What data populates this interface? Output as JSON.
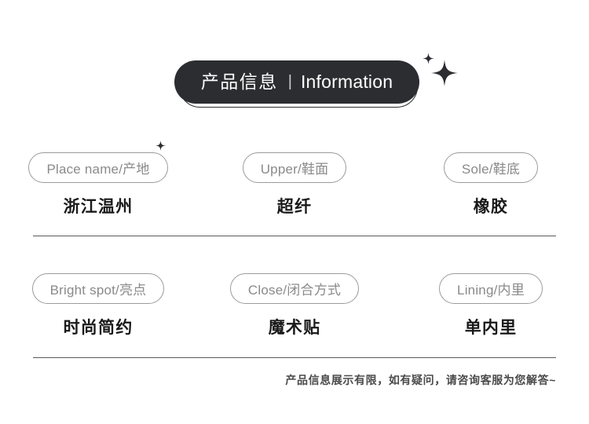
{
  "header": {
    "title_cn": "产品信息",
    "separator": "|",
    "title_en": "Information",
    "pill_color": "#2c2d31",
    "text_color": "#ffffff"
  },
  "decorations": [
    {
      "name": "sparkle-small-left",
      "size": 13
    },
    {
      "name": "sparkle-small-top-right",
      "size": 15
    },
    {
      "name": "sparkle-large-right",
      "size": 34
    }
  ],
  "specs": [
    {
      "label": "Place name/产地",
      "value": "浙江温州"
    },
    {
      "label": "Upper/鞋面",
      "value": "超纤"
    },
    {
      "label": "Sole/鞋底",
      "value": "橡胶"
    },
    {
      "label": "Bright spot/亮点",
      "value": "时尚简约"
    },
    {
      "label": "Close/闭合方式",
      "value": "魔术贴"
    },
    {
      "label": "Lining/内里",
      "value": "单内里"
    }
  ],
  "footer": {
    "note": "产品信息展示有限，如有疑问，请咨询客服为您解答~"
  },
  "colors": {
    "background": "#ffffff",
    "label_border": "#9b9b9b",
    "label_text": "#8a8a8a",
    "value_text": "#1a1a1a",
    "divider": "#5a5a5a",
    "footer_text": "#4a4a4a"
  }
}
